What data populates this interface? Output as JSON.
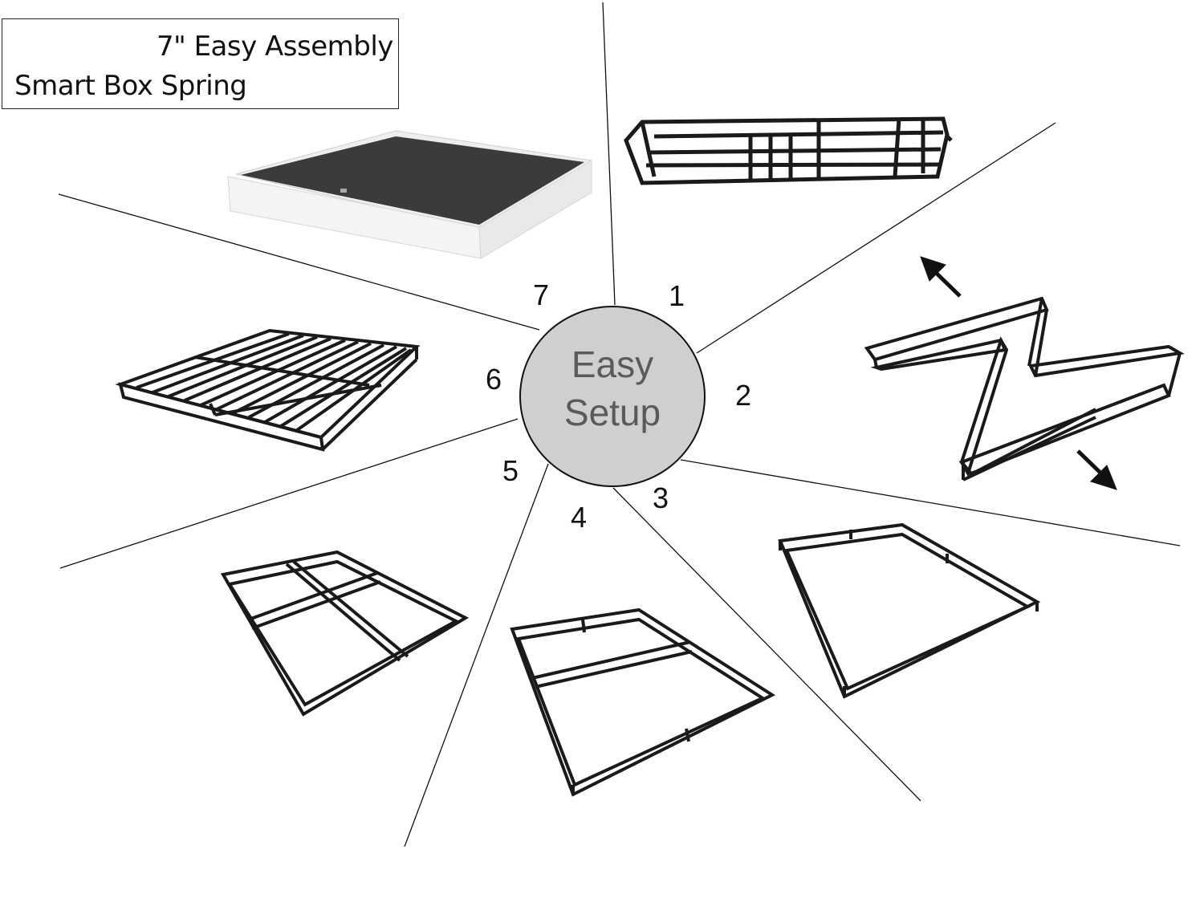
{
  "title": {
    "line1": "7\" Easy Assembly",
    "line2": "Smart Box Spring"
  },
  "hub": {
    "line1": "Easy",
    "line2": "Setup"
  },
  "steps": [
    "1",
    "2",
    "3",
    "4",
    "5",
    "6",
    "7"
  ],
  "colors": {
    "frame": "#1a1a1a",
    "hub_fill": "#cfcfcf",
    "hub_text": "#5a5a5a",
    "mattress_top": "#3a3a3a",
    "mattress_side": "#f2f2f2"
  }
}
